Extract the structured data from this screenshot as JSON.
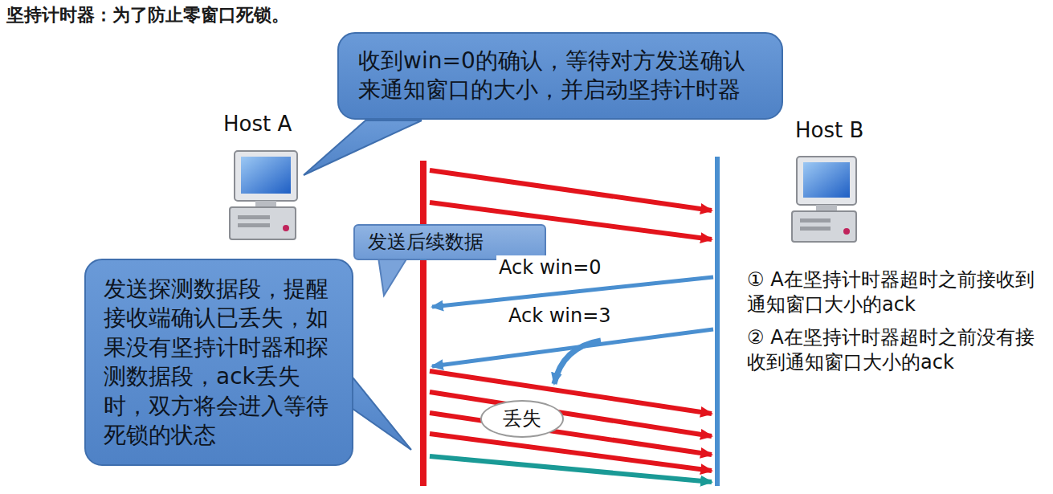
{
  "diagram": {
    "title": "坚持计时器：为了防止零窗口死锁。",
    "nodes": [
      {
        "text": [
          "收到win=0的确认，等待对方发送确认来通知窗口的大小，并启动坚持计时器"
        ]
      },
      {
        "text": [
          "发送后续数据"
        ]
      },
      {
        "text": [
          "发送探测数据段，提醒接收端确认已丢失，如果没有坚持计时器和探测数据段，ack丢失时，双方将会进入等待死锁的状态"
        ]
      },
      {
        "text": [
          "丢失"
        ]
      }
    ],
    "labels": [
      "Host A",
      "Host B",
      "Ack win=0",
      "Ack win=3",
      "① A在坚持计时器超时之前接收到通知窗口大小的ack",
      "② A在坚持计时器超时之前没有接收到通知窗口大小的ack"
    ]
  }
}
